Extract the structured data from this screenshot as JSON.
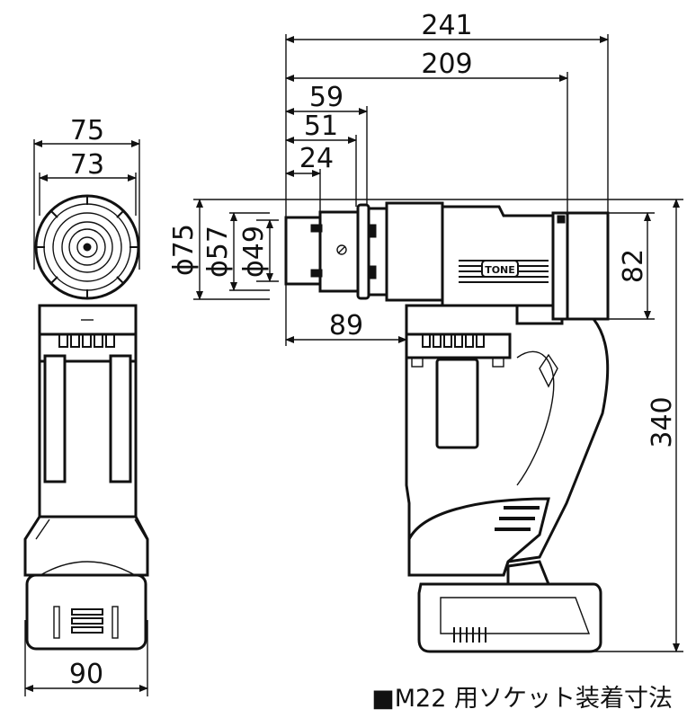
{
  "diagram": {
    "dimensions": {
      "d241": "241",
      "d209": "209",
      "d59": "59",
      "d51": "51",
      "d24": "24",
      "d89": "89",
      "d82": "82",
      "d340": "340",
      "d75w": "75",
      "d73w": "73",
      "d90w": "90",
      "phi75": "ϕ75",
      "phi57": "ϕ57",
      "phi49": "ϕ49"
    },
    "brand": "TONE",
    "caption": "■M22 用ソケット装着寸法"
  }
}
